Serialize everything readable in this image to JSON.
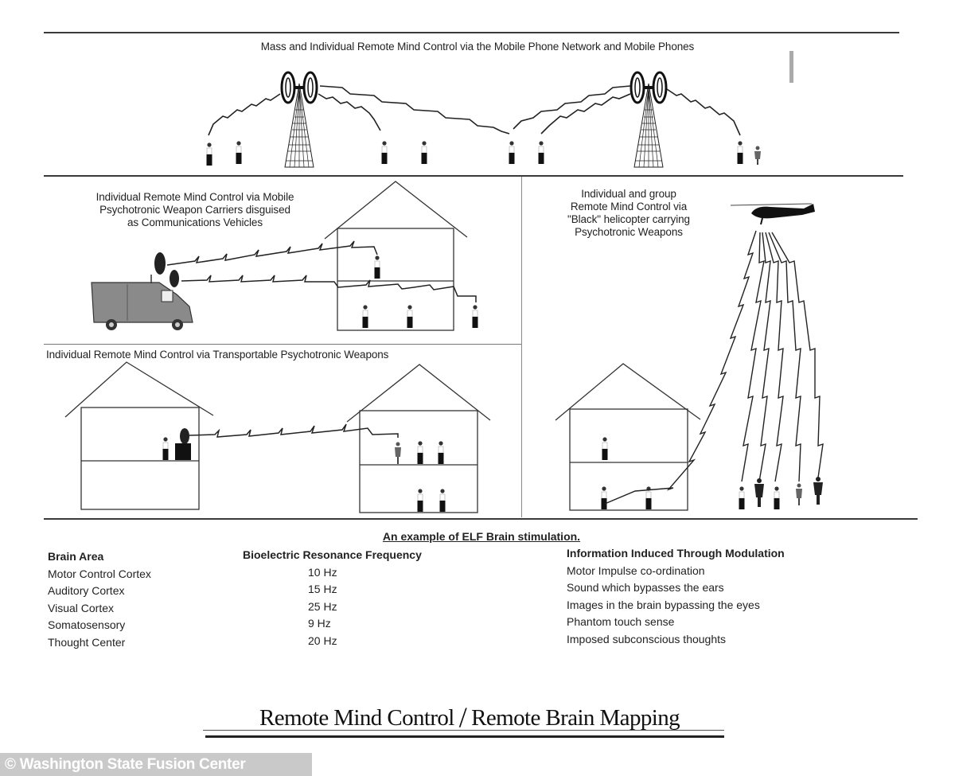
{
  "panels": {
    "top": {
      "title": "Mass and Individual Remote Mind Control via the Mobile Phone Network and Mobile Phones"
    },
    "middle_left": {
      "title_lines": [
        "Individual Remote Mind Control via Mobile",
        "Psychotronic Weapon Carriers disguised",
        "as Communications Vehicles"
      ]
    },
    "right": {
      "title_lines": [
        "Individual and group",
        "Remote Mind Control via",
        "\"Black\" helicopter carrying",
        "Psychotronic Weapons"
      ]
    },
    "lower_left": {
      "title": "Individual Remote Mind Control via Transportable Psychotronic Weapons"
    }
  },
  "elf_table": {
    "title": "An example of ELF Brain stimulation.",
    "headers": [
      "Brain Area",
      "Bioelectric Resonance Frequency",
      "Information Induced Through Modulation"
    ],
    "rows": [
      [
        "Motor Control Cortex",
        "10 Hz",
        "Motor Impulse co-ordination"
      ],
      [
        "Auditory Cortex",
        "15 Hz",
        "Sound which bypasses the ears"
      ],
      [
        "Visual Cortex",
        "25 Hz",
        "Images in the brain bypassing the eyes"
      ],
      [
        "Somatosensory",
        "9 Hz",
        "Phantom touch sense"
      ],
      [
        "Thought Center",
        "20 Hz",
        "Imposed subconscious thoughts"
      ]
    ]
  },
  "footer": {
    "title_left": "Remote Mind Control",
    "separator": "/",
    "title_right": "Remote Brain Mapping",
    "credit": "© Washington State Fusion Center"
  },
  "icons": [
    "cell-tower-icon",
    "person-icon",
    "van-icon",
    "dish-antenna-icon",
    "house-icon",
    "helicopter-icon",
    "signal-zigzag-icon"
  ]
}
